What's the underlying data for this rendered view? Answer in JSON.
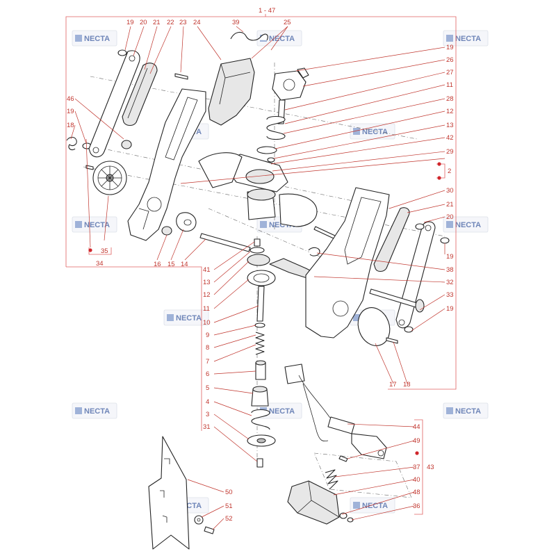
{
  "brand": {
    "watermark": "NECTA",
    "label_color": "#c0342c",
    "dot_color": "#d0262b"
  },
  "labels": {
    "top_group": "1 - 47",
    "l19a": "19",
    "l20a": "20",
    "l21a": "21",
    "l22": "22",
    "l23": "23",
    "l24": "24",
    "l39": "39",
    "l25": "25",
    "l19b": "19",
    "l26": "26",
    "l27": "27",
    "l11a": "11",
    "l28": "28",
    "l12a": "12",
    "l13a": "13",
    "l42": "42",
    "l29": "29",
    "l2": "2",
    "l30": "30",
    "l21b": "21",
    "l20b": "20",
    "l19c": "19",
    "l38": "38",
    "l32": "32",
    "l33": "33",
    "l19d": "19",
    "l17": "17",
    "l18b": "18",
    "l46": "46",
    "l19e": "19",
    "l18a": "18",
    "l35": "35",
    "l34": "34",
    "l16": "16",
    "l15": "15",
    "l14": "14",
    "l41": "41",
    "l13b": "13",
    "l12b": "12",
    "l11b": "11",
    "l10": "10",
    "l9": "9",
    "l8": "8",
    "l7": "7",
    "l6": "6",
    "l5": "5",
    "l4": "4",
    "l3": "3",
    "l31": "31",
    "l44": "44",
    "l49": "49",
    "l37": "37",
    "l43": "43",
    "l40": "40",
    "l48": "48",
    "l36": "36",
    "l50": "50",
    "l51": "51",
    "l52": "52"
  }
}
